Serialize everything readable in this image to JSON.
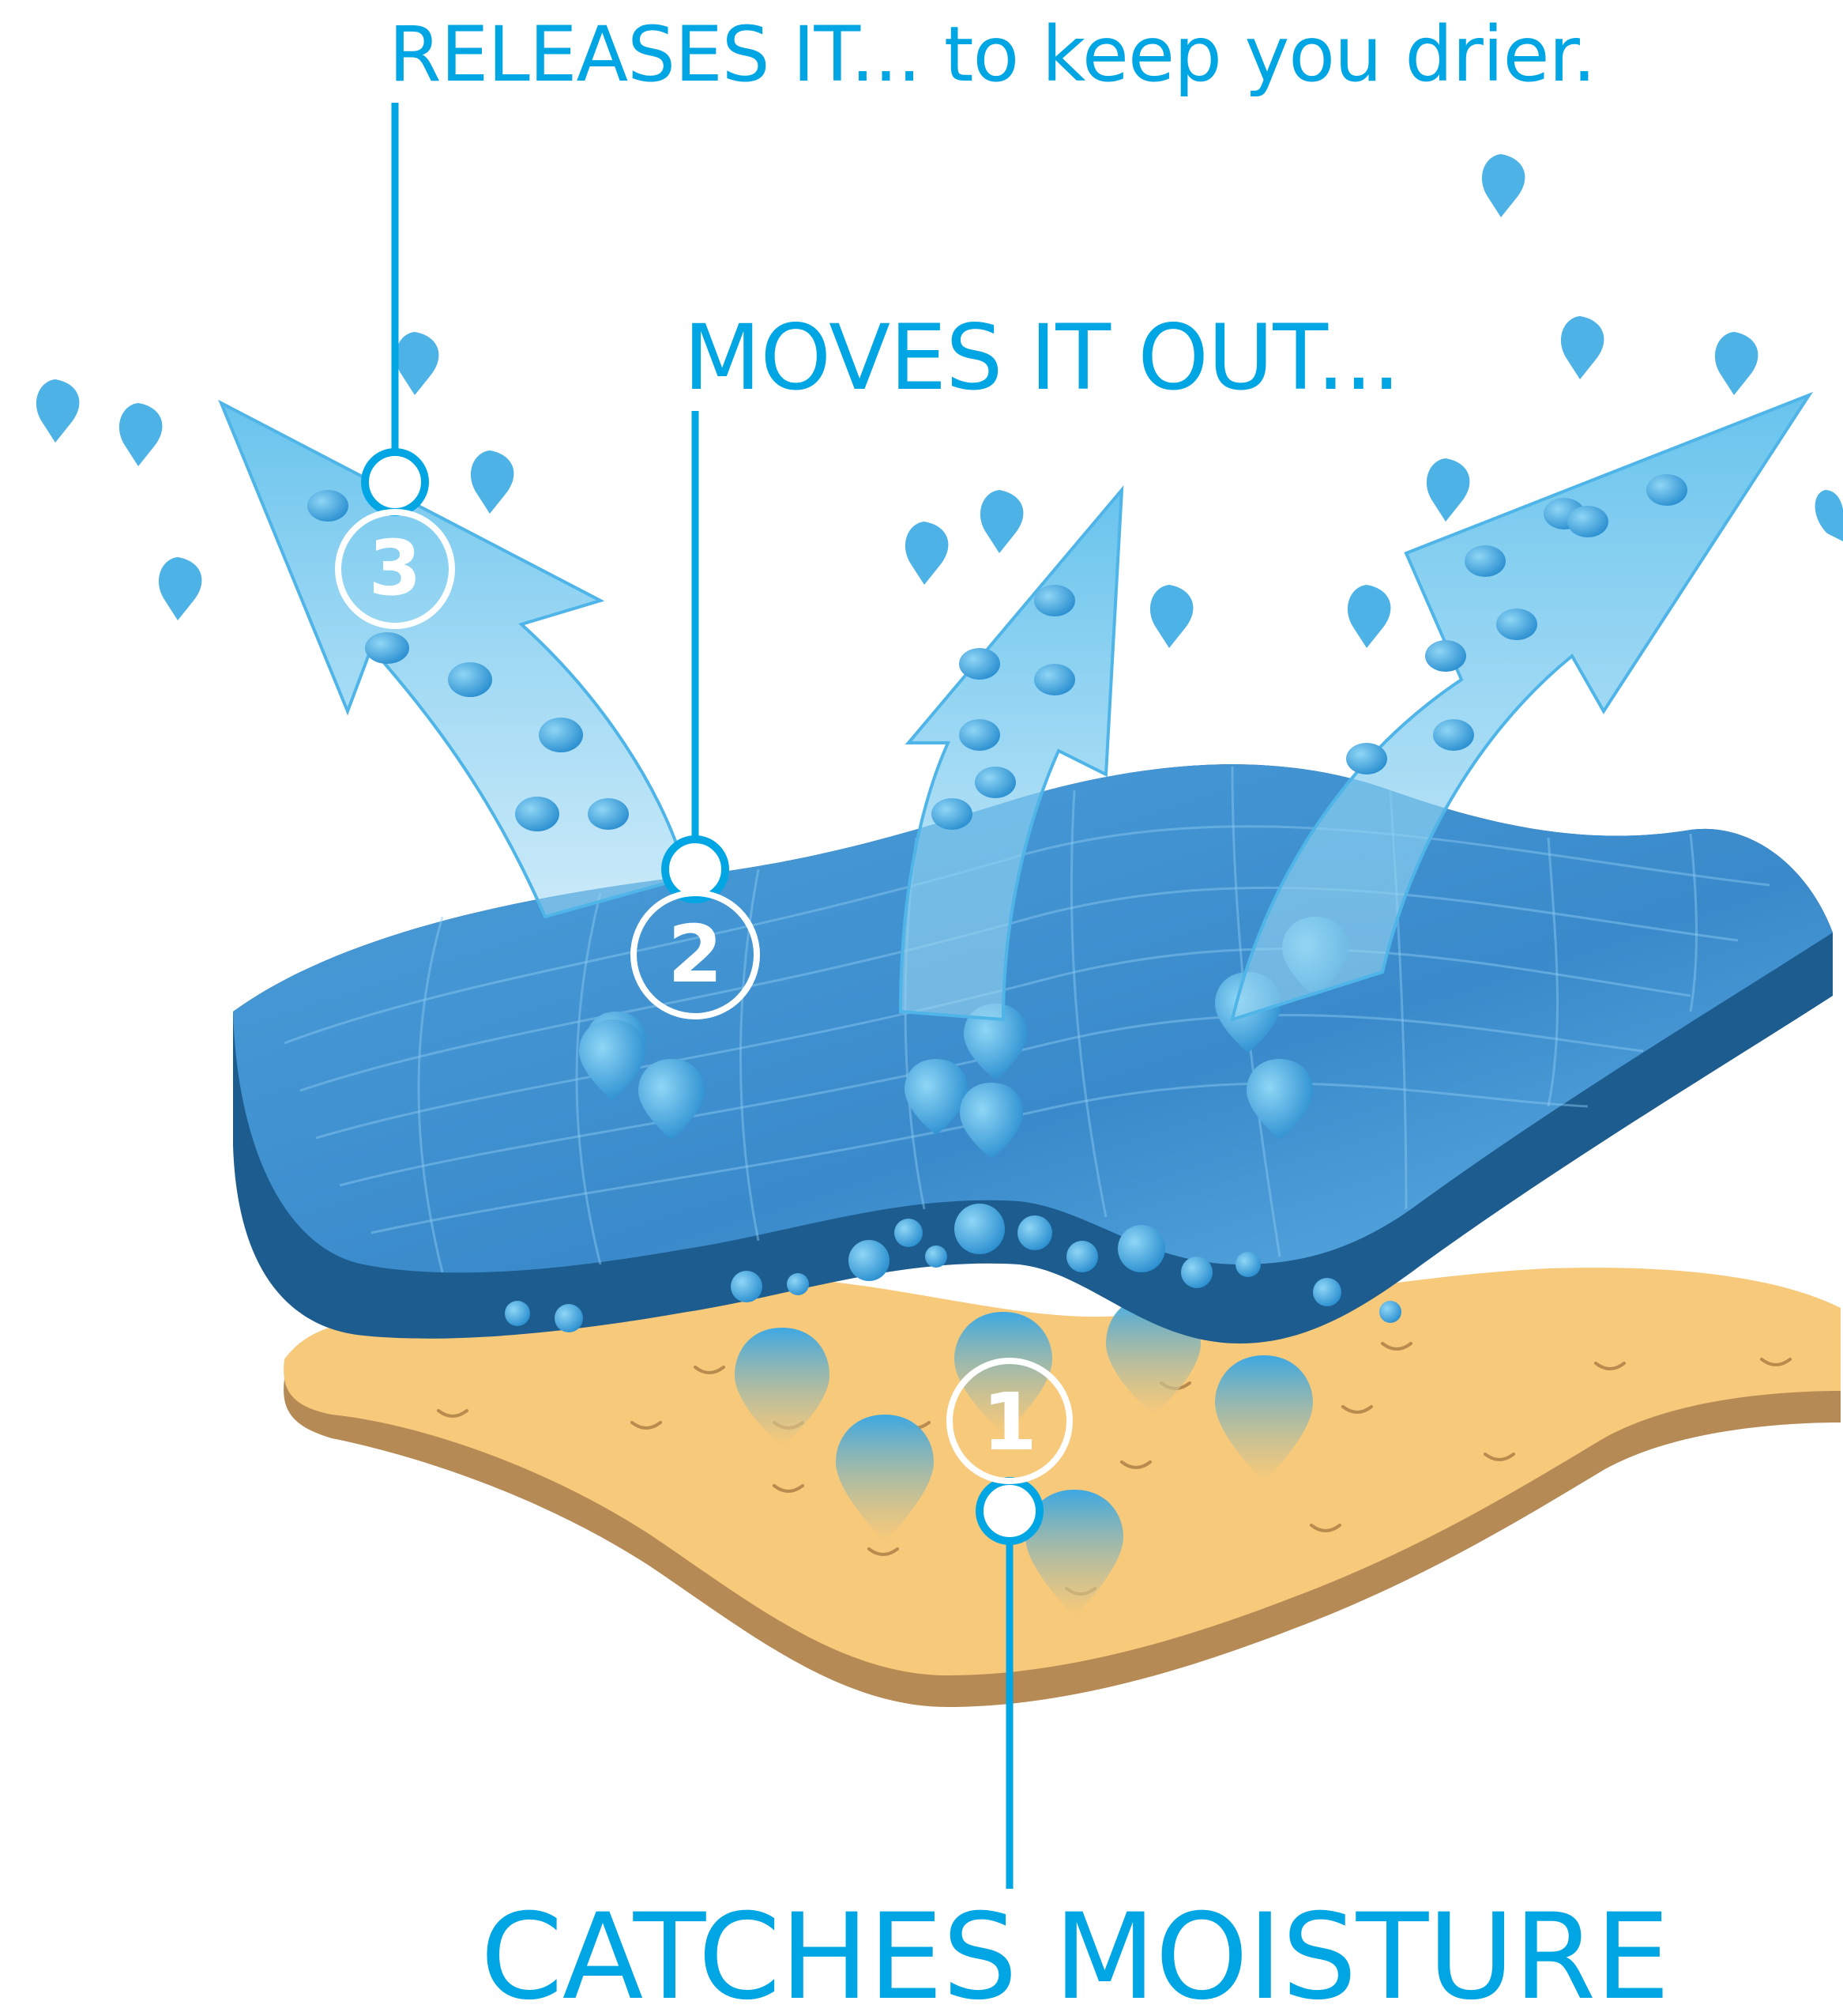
{
  "labels": {
    "step3": "RELEASES IT... to keep you drier.",
    "step2": "MOVES IT OUT...",
    "step1": "CATCHES MOISTURE"
  },
  "markers": [
    "1",
    "2",
    "3"
  ],
  "colors": {
    "accent": "#00A6E4",
    "fabric_top": "#3B8FD0",
    "fabric_side": "#1C5C8E",
    "skin": "#F7C97A",
    "skin_edge": "#B58A55",
    "arrow": "#6CC4EC",
    "droplet": "#4DB3E6"
  }
}
